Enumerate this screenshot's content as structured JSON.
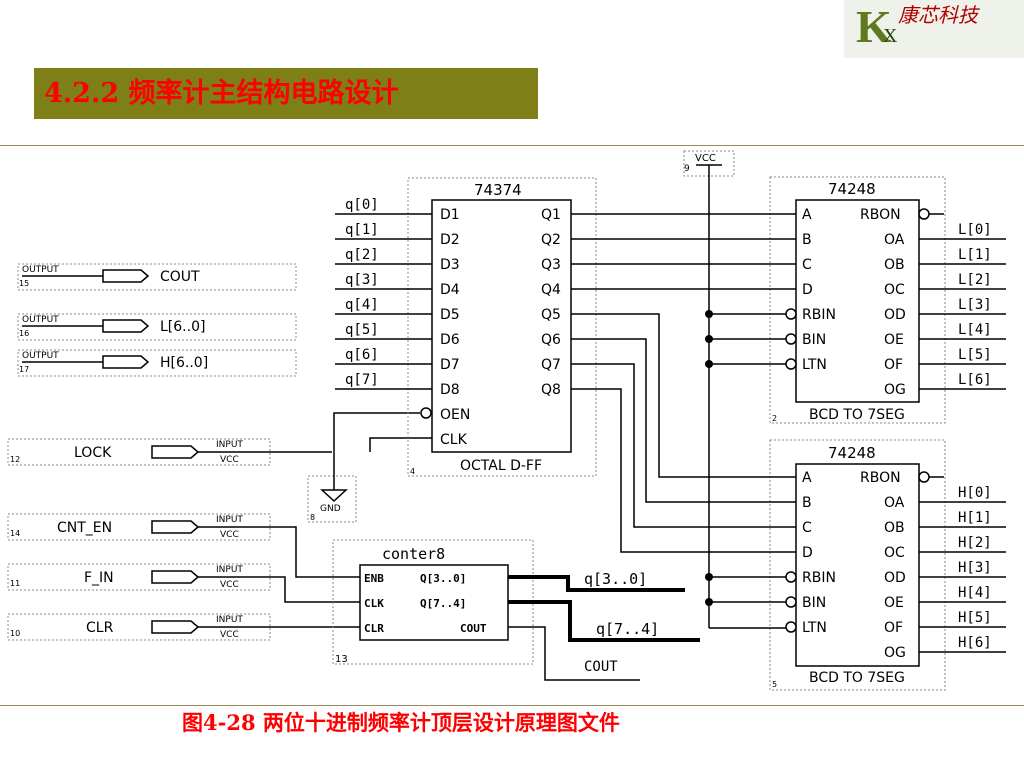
{
  "logo": {
    "k": "K",
    "x": "X",
    "company": "康芯科技"
  },
  "title": "4.2.2  频率计主结构电路设计",
  "caption": "图4-28  两位十进制频率计顶层设计原理图文件",
  "schematic": {
    "vcc": {
      "label": "VCC",
      "num": "9"
    },
    "gnd": {
      "label": "GND",
      "num": "8"
    },
    "outputs": [
      {
        "tag": "OUTPUT",
        "num": "15",
        "name": "COUT"
      },
      {
        "tag": "OUTPUT",
        "num": "16",
        "name": "L[6..0]"
      },
      {
        "tag": "OUTPUT",
        "num": "17",
        "name": "H[6..0]"
      }
    ],
    "inputs": [
      {
        "tag": "INPUT",
        "tag2": "VCC",
        "num": "12",
        "name": "LOCK"
      },
      {
        "tag": "INPUT",
        "tag2": "VCC",
        "num": "14",
        "name": "CNT_EN"
      },
      {
        "tag": "INPUT",
        "tag2": "VCC",
        "num": "11",
        "name": "F_IN"
      },
      {
        "tag": "INPUT",
        "tag2": "VCC",
        "num": "10",
        "name": "CLR"
      }
    ],
    "dff": {
      "part": "74374",
      "label": "OCTAL D-FF",
      "num": "4",
      "inputs": [
        "D1",
        "D2",
        "D3",
        "D4",
        "D5",
        "D6",
        "D7",
        "D8"
      ],
      "outputs": [
        "Q1",
        "Q2",
        "Q3",
        "Q4",
        "Q5",
        "Q6",
        "Q7",
        "Q8"
      ],
      "oen": "OEN",
      "clk": "CLK",
      "q_nets": [
        "q[0]",
        "q[1]",
        "q[2]",
        "q[3]",
        "q[4]",
        "q[5]",
        "q[6]",
        "q[7]"
      ]
    },
    "dec_top": {
      "part": "74248",
      "label": "BCD TO 7SEG",
      "num": "2",
      "ins": [
        "A",
        "B",
        "C",
        "D",
        "RBIN",
        "BIN",
        "LTN"
      ],
      "outs": [
        "RBON",
        "OA",
        "OB",
        "OC",
        "OD",
        "OE",
        "OF",
        "OG"
      ],
      "nets": [
        "L[0]",
        "L[1]",
        "L[2]",
        "L[3]",
        "L[4]",
        "L[5]",
        "L[6]"
      ]
    },
    "dec_bot": {
      "part": "74248",
      "label": "BCD TO 7SEG",
      "num": "5",
      "ins": [
        "A",
        "B",
        "C",
        "D",
        "RBIN",
        "BIN",
        "LTN"
      ],
      "outs": [
        "RBON",
        "OA",
        "OB",
        "OC",
        "OD",
        "OE",
        "OF",
        "OG"
      ],
      "nets": [
        "H[0]",
        "H[1]",
        "H[2]",
        "H[3]",
        "H[4]",
        "H[5]",
        "H[6]"
      ]
    },
    "counter": {
      "name": "conter8",
      "num": "13",
      "ins": [
        "ENB",
        "CLK",
        "CLR"
      ],
      "outs": [
        "Q[3..0]",
        "Q[7..4]",
        "COUT"
      ],
      "nets": [
        "q[3..0]",
        "q[7..4]",
        "COUT"
      ]
    }
  }
}
